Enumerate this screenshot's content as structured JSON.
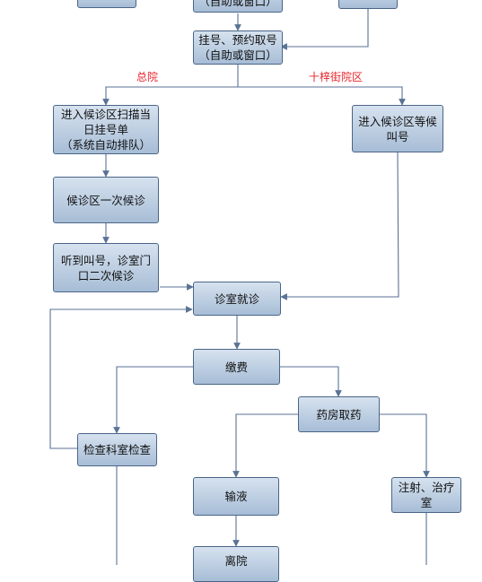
{
  "nodes": {
    "top_left_partial": "",
    "top_center_partial": "（自助或窗口）",
    "top_right_partial": "",
    "register": "挂号、预约取号\n（自助或窗口）",
    "main_waiting_scan": "进入候诊区扫描当\n日挂号单\n（系统自动排队）",
    "branch_waiting": "进入候诊区等候\n叫号",
    "first_wait": "候诊区一次候诊",
    "second_wait": "听到叫号，诊室门\n口二次候诊",
    "consultation": "诊室就诊",
    "payment": "缴费",
    "pharmacy": "药房取药",
    "examination": "检查科室检查",
    "infusion": "输液",
    "injection": "注射、治疗\n室",
    "leave_partial": "离院"
  },
  "branch_labels": {
    "main_campus": "总院",
    "branch_campus": "十梓街院区"
  },
  "colors": {
    "node_border": "#4a6588",
    "connector": "#5a7294",
    "label_red": "#e8222a"
  }
}
